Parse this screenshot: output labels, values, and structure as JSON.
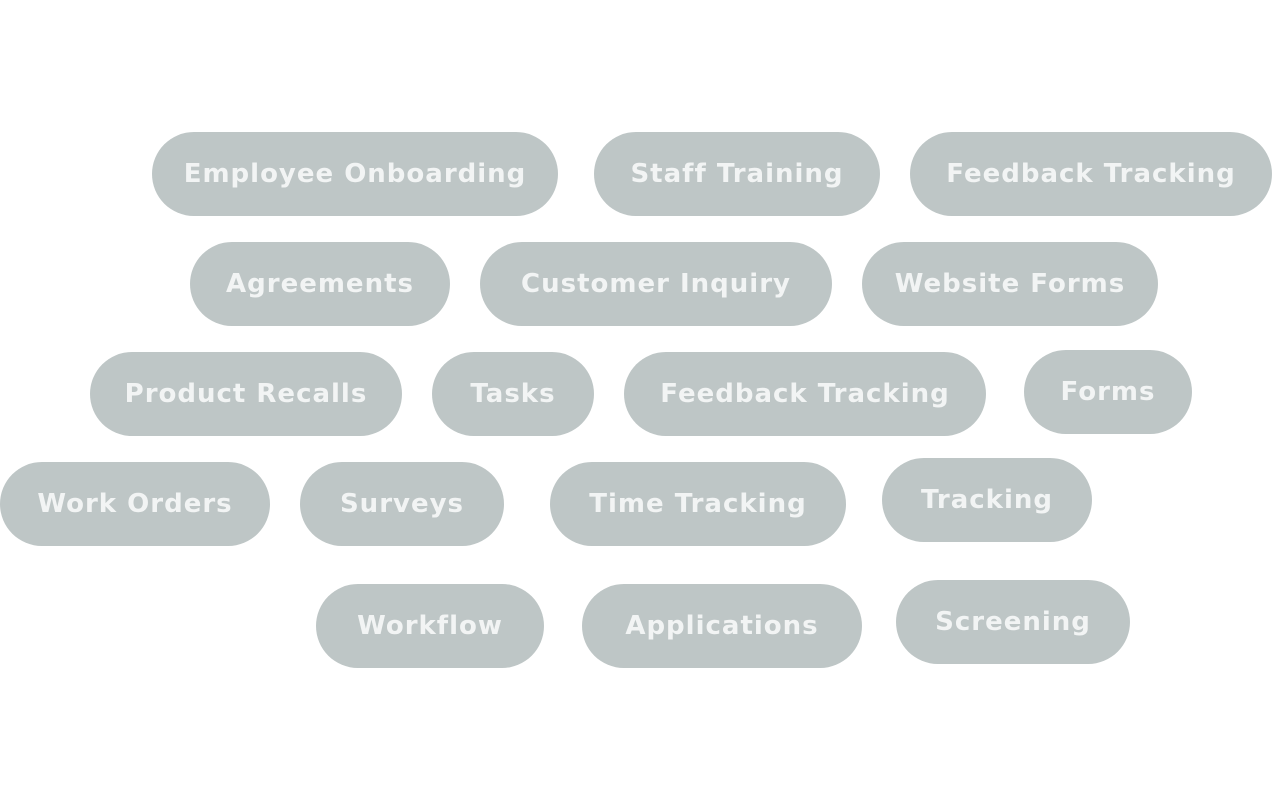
{
  "tags": [
    {
      "label": "Employee Onboarding"
    },
    {
      "label": "Staff Training"
    },
    {
      "label": "Feedback Tracking"
    },
    {
      "label": "Agreements"
    },
    {
      "label": "Customer Inquiry"
    },
    {
      "label": "Website Forms"
    },
    {
      "label": "Product Recalls"
    },
    {
      "label": "Tasks"
    },
    {
      "label": "Feedback Tracking"
    },
    {
      "label": "Forms"
    },
    {
      "label": "Work Orders"
    },
    {
      "label": "Surveys"
    },
    {
      "label": "Time Tracking"
    },
    {
      "label": "Tracking"
    },
    {
      "label": "Workflow"
    },
    {
      "label": "Applications"
    },
    {
      "label": "Screening"
    }
  ],
  "colors": {
    "pill_background": "#bec6c6",
    "pill_text": "#f2f4f4",
    "page_background": "#ffffff"
  }
}
